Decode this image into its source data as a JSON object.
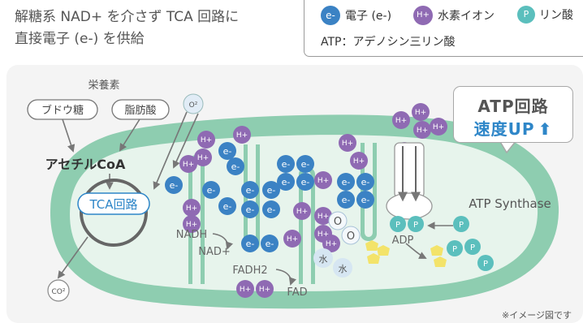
{
  "headline": {
    "line1": "解糖系 NAD+ を介さず TCA 回路に",
    "line2": "直接電子 (e-) を供給"
  },
  "legend": {
    "electron_symbol": "e-",
    "electron_label": "電子 (e-)",
    "hydrogen_symbol": "H+",
    "hydrogen_label": "水素イオン",
    "phosphate_symbol": "P",
    "phosphate_label": "リン酸",
    "atp_definition": "ATP：アデノシン三リン酸"
  },
  "badge": {
    "line1": "ATP回路",
    "line2": "速度UP"
  },
  "labels": {
    "nutrients": "栄養素",
    "glucose": "ブドウ糖",
    "fatty_acid": "脂肪酸",
    "acetyl_coa": "アセチルCoA",
    "tca_cycle": "TCA回路",
    "oxygen": "O²",
    "co2": "CO²",
    "nadh": "NADH",
    "nad_plus": "NAD+",
    "fadh2": "FADH2",
    "fad": "FAD",
    "adp": "ADP",
    "atp_synthase": "ATP Synthase",
    "water": "水",
    "oxygen_atom": "O",
    "note": "※イメージ図です"
  },
  "colors": {
    "electron": "#3b82c4",
    "hydrogen": "#8f6ab3",
    "phosphate": "#5bbfbd",
    "membrane": "#8ecdb0",
    "matrix": "#e7f4ec",
    "accent_blue": "#2e86c8"
  }
}
